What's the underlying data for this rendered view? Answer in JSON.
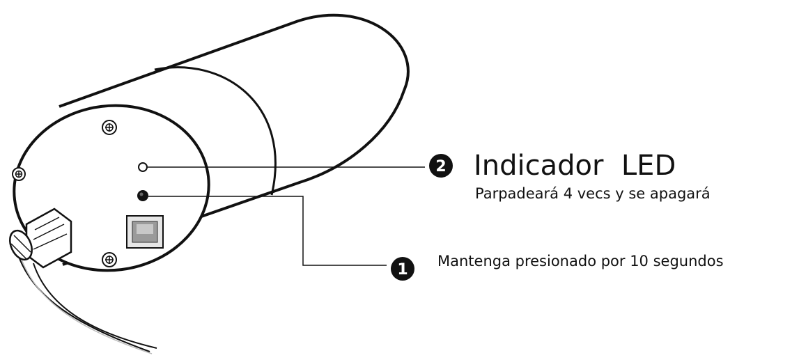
{
  "callouts": [
    {
      "number": "2",
      "title": "Indicador  LED",
      "subtitle": "Parpadeará 4 vecs y se apagará"
    },
    {
      "number": "1",
      "text": "Mantenga presionado por 10 segundos"
    }
  ],
  "colors": {
    "line": "#111111",
    "background": "#ffffff",
    "badge": "#111111"
  }
}
